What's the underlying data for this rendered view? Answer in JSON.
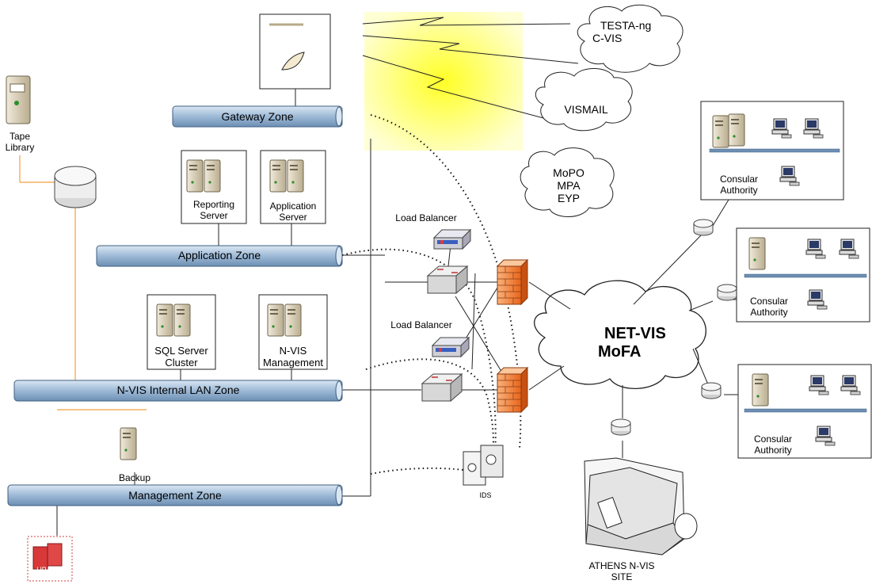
{
  "zones": {
    "gateway": "Gateway Zone",
    "application": "Application Zone",
    "internal_lan": "N-VIS Internal LAN Zone",
    "management": "Management Zone"
  },
  "devices": {
    "tape_library": [
      "Tape",
      "Library"
    ],
    "reporting_server": [
      "Reporting",
      "Server"
    ],
    "application_server": [
      "Application",
      "Server"
    ],
    "sql_cluster": [
      "SQL Server",
      "Cluster"
    ],
    "nvis_management": [
      "N-VIS",
      "Management"
    ],
    "backup": "Backup",
    "hp_tools": "HP Tools",
    "load_balancer_1": "Load Balancer",
    "load_balancer_2": "Load Balancer",
    "ids": "IDS"
  },
  "clouds": {
    "testa": [
      "TESTA-ng",
      "C-VIS"
    ],
    "vismail": "VISMAIL",
    "mopo": [
      "MoPO",
      "MPA",
      "EYP"
    ],
    "netvis": [
      "NET-VIS",
      "MoFA"
    ]
  },
  "consular": {
    "site1": [
      "Consular",
      "Authority"
    ],
    "site2": [
      "Consular",
      "Authority"
    ],
    "site3": [
      "Consular",
      "Authority"
    ]
  },
  "athens": [
    "ATHENS N-VIS",
    "SITE"
  ],
  "colors": {
    "zone_bar": "#9db9d6",
    "zone_edge": "#3f5f80",
    "firewall": "#f07a2c",
    "lightning": "#ffff33",
    "server_beige": "#d9cfb5",
    "orange_line": "#f0a040"
  }
}
